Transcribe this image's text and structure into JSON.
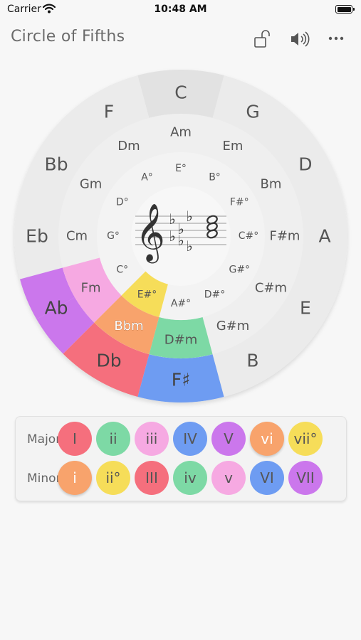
{
  "status_bar": {
    "carrier": "Carrier",
    "time": "10:48 AM"
  },
  "nav": {
    "title": "Circle of Fifths",
    "icons": [
      "unlock-icon",
      "speaker-icon",
      "more-icon"
    ]
  },
  "colors": {
    "background": "#f7f7f7",
    "ring_outer": "#ebebeb",
    "ring_middle": "#efefef",
    "ring_inner": "#f3f3f3",
    "red": "#f56f7d",
    "green": "#7dd9a5",
    "pink": "#f6a9e2",
    "blue": "#6e9cf2",
    "purple": "#cb77ec",
    "orange": "#f8a36c",
    "yellow": "#f6dd59"
  },
  "circle": {
    "selected_key": "C",
    "major_keys": [
      "C",
      "G",
      "D",
      "A",
      "E",
      "B",
      "F♯",
      "Db",
      "Ab",
      "Eb",
      "Bb",
      "F"
    ],
    "minor_keys": [
      "Am",
      "Em",
      "Bm",
      "F#m",
      "C#m",
      "G#m",
      "D#m",
      "Bbm",
      "Fm",
      "Cm",
      "Gm",
      "Dm"
    ],
    "diminished": [
      "B°",
      "F#°",
      "C#°",
      "G#°",
      "D#°",
      "A#°",
      "E#°",
      "C°",
      "G°",
      "D°",
      "A°",
      "E°"
    ],
    "center_staff": {
      "clef": "treble-clef-icon",
      "accidentals": [
        "♭",
        "♭",
        "♭",
        "♭",
        "♭"
      ],
      "chord_notes": 3
    }
  },
  "chord_panel": {
    "rows": [
      {
        "label": "Major",
        "degrees": [
          {
            "label": "I",
            "color": "#f56f7d"
          },
          {
            "label": "ii",
            "color": "#7dd9a5"
          },
          {
            "label": "iii",
            "color": "#f6a9e2"
          },
          {
            "label": "IV",
            "color": "#6e9cf2"
          },
          {
            "label": "V",
            "color": "#cb77ec"
          },
          {
            "label": "vi",
            "color": "#f8a36c"
          },
          {
            "label": "vii°",
            "color": "#f6dd59"
          }
        ]
      },
      {
        "label": "Minor",
        "degrees": [
          {
            "label": "i",
            "color": "#f8a36c"
          },
          {
            "label": "ii°",
            "color": "#f6dd59"
          },
          {
            "label": "III",
            "color": "#f56f7d"
          },
          {
            "label": "iv",
            "color": "#7dd9a5"
          },
          {
            "label": "v",
            "color": "#f6a9e2"
          },
          {
            "label": "VI",
            "color": "#6e9cf2"
          },
          {
            "label": "VII",
            "color": "#cb77ec"
          }
        ]
      }
    ]
  }
}
